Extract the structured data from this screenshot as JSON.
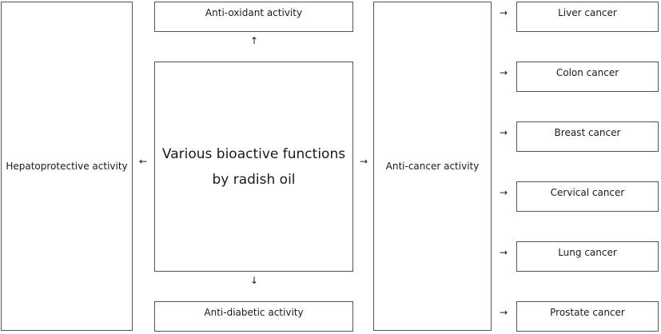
{
  "center": {
    "line1": "Various bioactive functions",
    "line2": "by radish oil"
  },
  "left": {
    "label": "Hepatoprotective activity"
  },
  "top": {
    "label": "Anti-oxidant activity"
  },
  "bottom": {
    "label": "Anti-diabetic activity"
  },
  "right": {
    "label": "Anti-cancer activity"
  },
  "cancers": [
    {
      "label": "Liver cancer"
    },
    {
      "label": "Colon cancer"
    },
    {
      "label": "Breast cancer"
    },
    {
      "label": "Cervical cancer"
    },
    {
      "label": "Lung cancer"
    },
    {
      "label": "Prostate cancer"
    }
  ],
  "arrows": {
    "left": "←",
    "up": "↑",
    "down": "↓",
    "right": "→"
  },
  "colors": {
    "border": "#555555",
    "text": "#1a1a1a",
    "background": "#ffffff"
  }
}
